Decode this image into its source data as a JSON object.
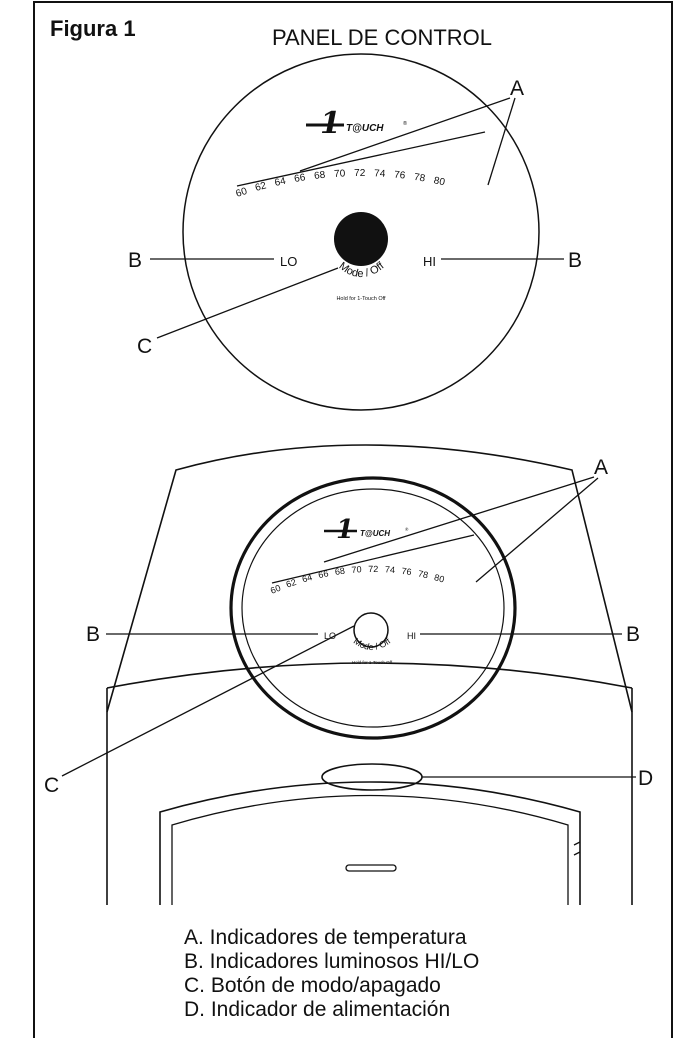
{
  "figure": {
    "label": "Figura 1",
    "title": "PANEL DE CONTROL"
  },
  "panel": {
    "temps": [
      "60",
      "62",
      "64",
      "66",
      "68",
      "70",
      "72",
      "74",
      "76",
      "78",
      "80"
    ],
    "logo_one": "1",
    "logo_text": "T@UCH",
    "logo_mark": "®",
    "lo": "LO",
    "hi": "HI",
    "mode_text": "Mode / Off",
    "hold_text": "Hold for 1-Touch Off"
  },
  "callouts": {
    "a": "A",
    "b": "B",
    "c": "C",
    "d": "D"
  },
  "legend": [
    "A. Indicadores de temperatura",
    "B. Indicadores luminosos HI/LO",
    "C. Botón de modo/apagado",
    "D. Indicador de alimentación"
  ]
}
